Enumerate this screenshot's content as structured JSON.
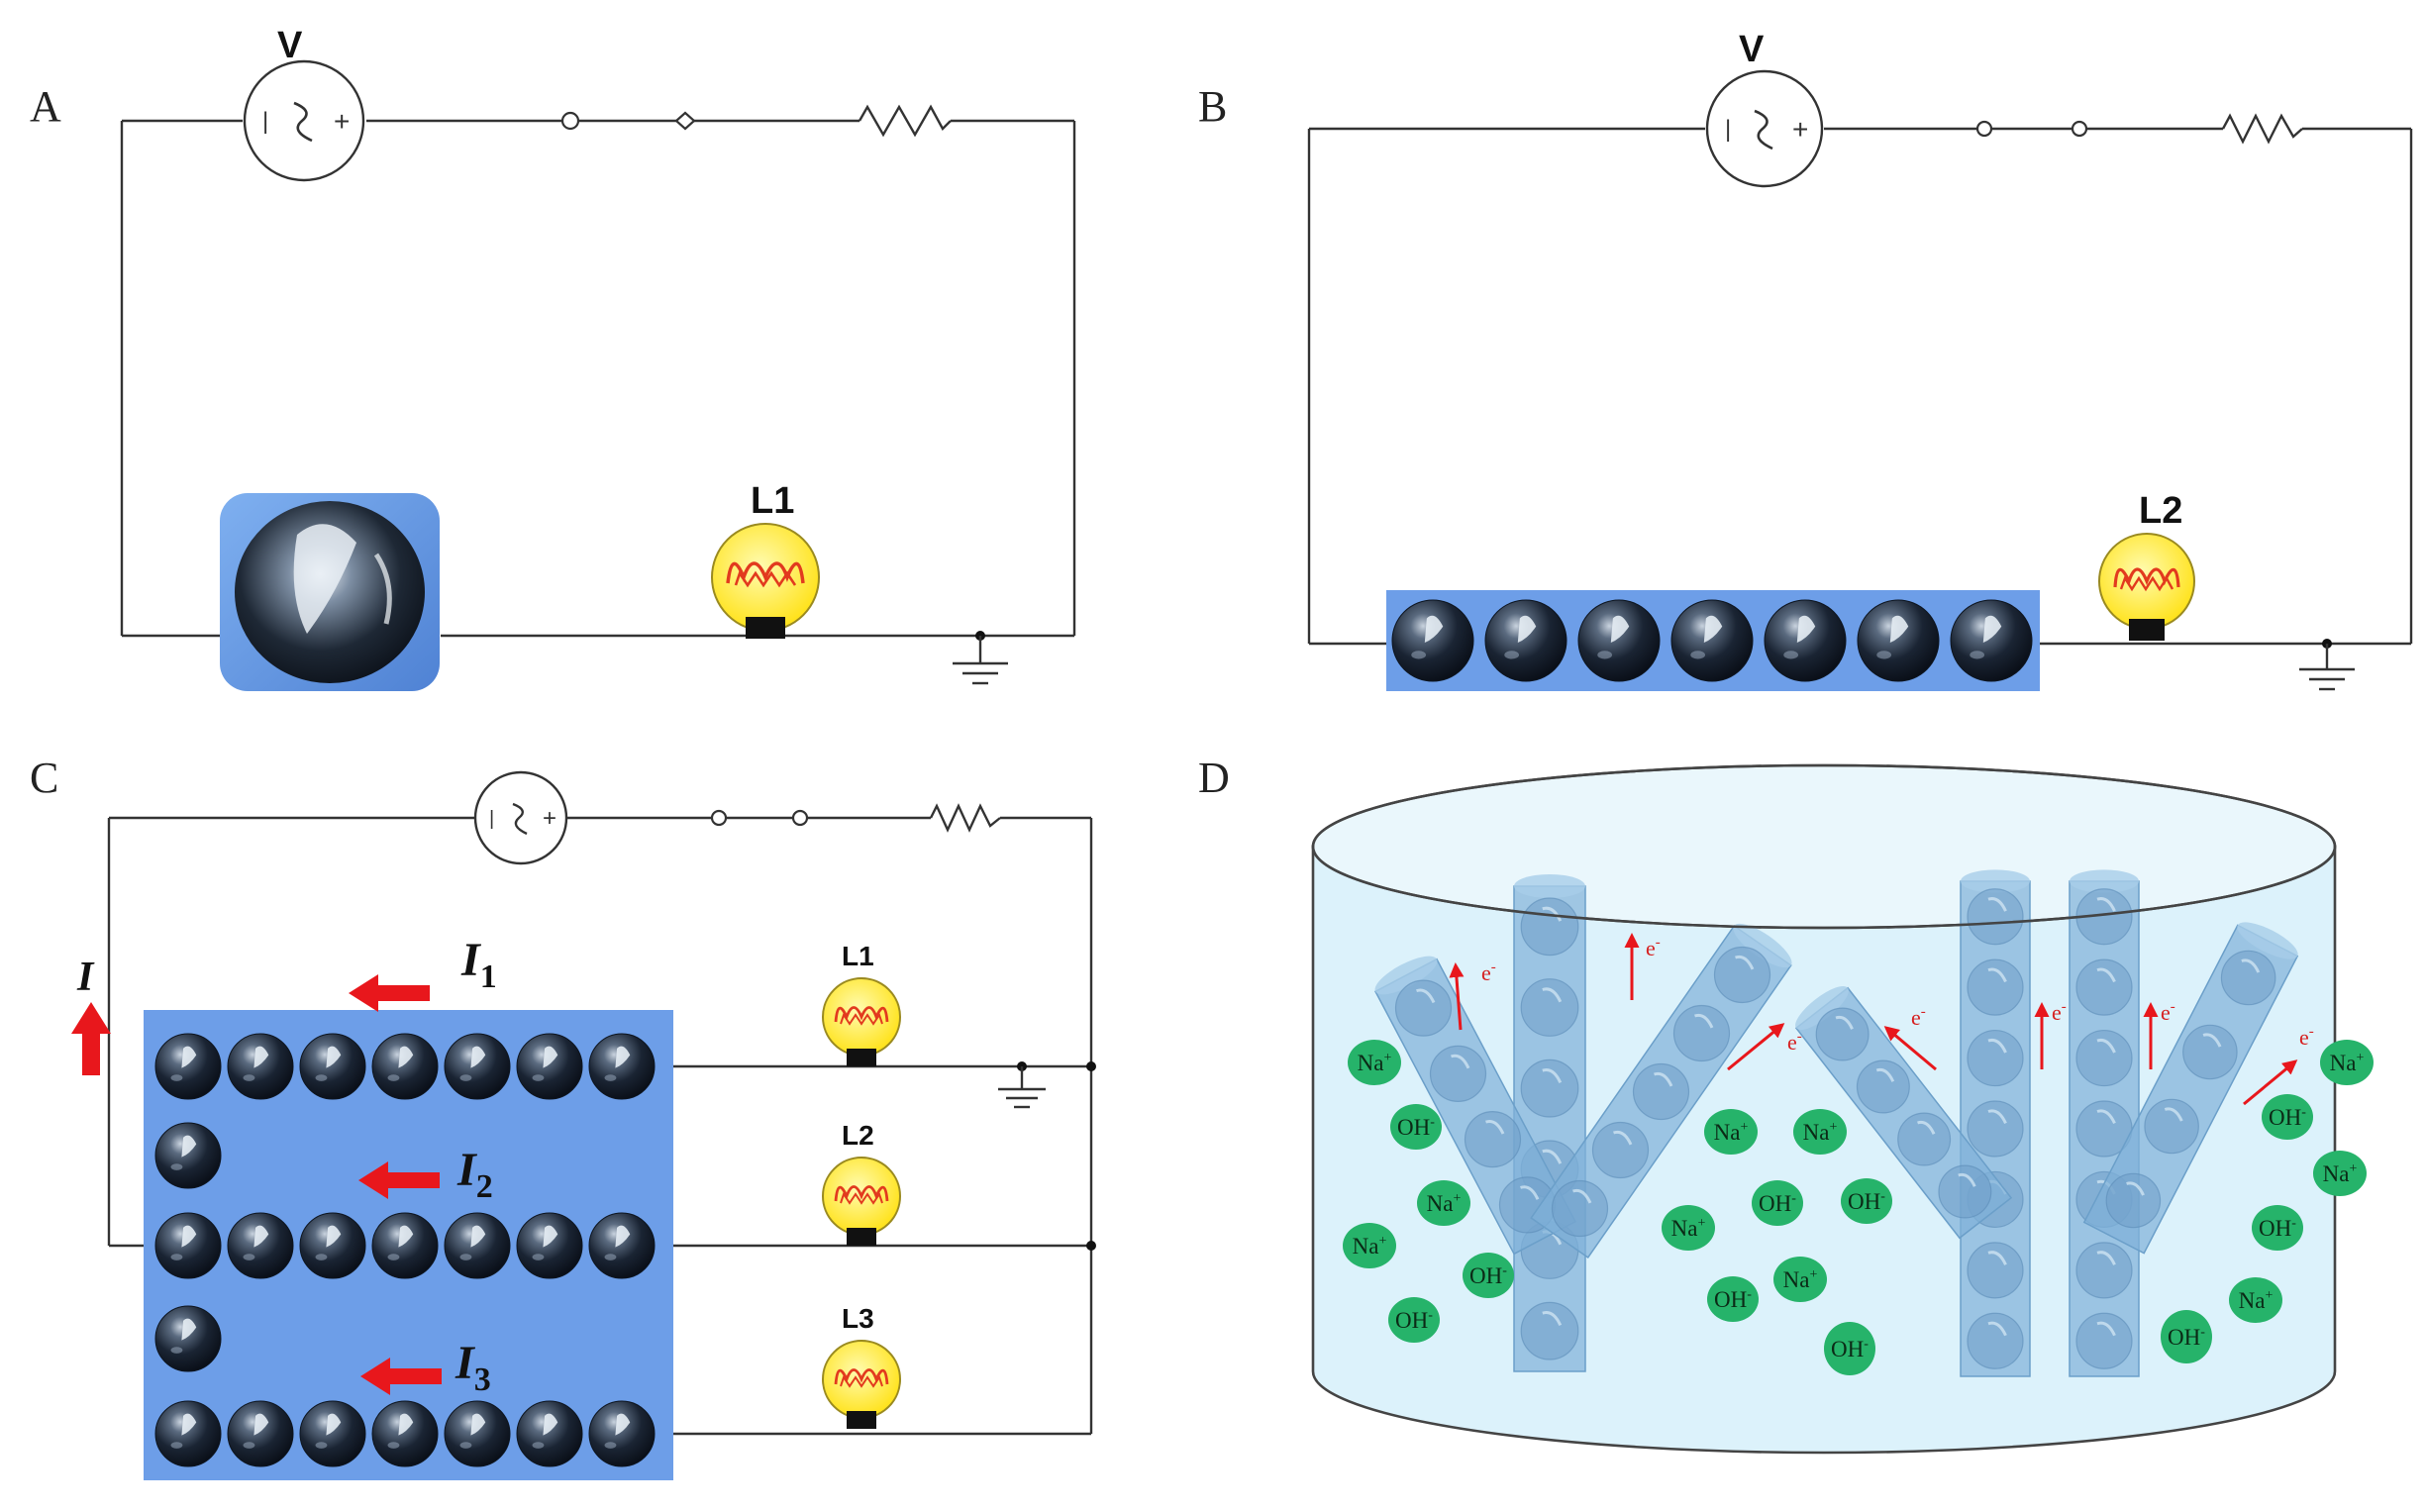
{
  "panels": {
    "A": {
      "letter": "A",
      "source_label": "V",
      "lamp_label": "L1"
    },
    "B": {
      "letter": "B",
      "source_label": "V",
      "lamp_label": "L2"
    },
    "C": {
      "letter": "C",
      "source_label": "",
      "total_current": "I",
      "currents": [
        {
          "symbol": "I",
          "sub": "1"
        },
        {
          "symbol": "I",
          "sub": "2"
        },
        {
          "symbol": "I",
          "sub": "3"
        }
      ],
      "lamps": [
        "L1",
        "L2",
        "L3"
      ]
    },
    "D": {
      "letter": "D",
      "electron": "e",
      "electron_sup": "-",
      "na": "Na",
      "na_sup": "+",
      "oh": "OH",
      "oh_sup": "-"
    }
  },
  "colors": {
    "wire": "#333333",
    "liquid_metal_bg": "#6d9ee8",
    "lamp_glass": "#ffef3a",
    "filament": "#e23a1e",
    "arrow": "#e8171c",
    "electrolyte": "#dcf2fb",
    "ion": "#26b36a",
    "channel": "#7fb0d8"
  }
}
